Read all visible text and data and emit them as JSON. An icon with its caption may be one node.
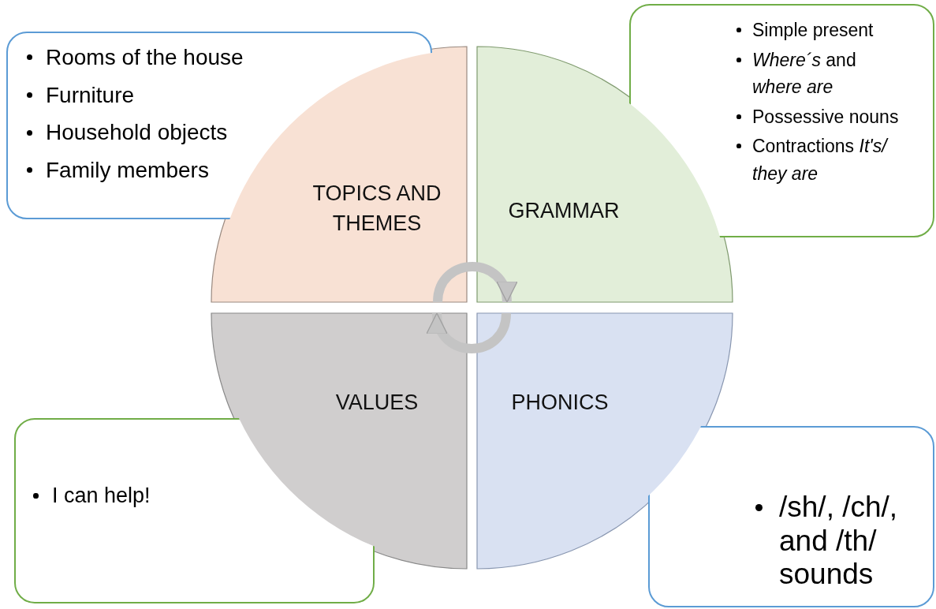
{
  "diagram": {
    "nodes": [
      {
        "text": [
          "Rooms of the house",
          "Furniture",
          "Household objects",
          "Family members"
        ]
      },
      {
        "text": [
          "Simple present",
          "*Where´s* and *where are*",
          "Possessive nouns",
          "Contractions *It's/ they are*"
        ]
      },
      {
        "text": [
          "TOPICS AND THEMES"
        ]
      },
      {
        "text": [
          "GRAMMAR"
        ]
      },
      {
        "text": [
          "VALUES"
        ]
      },
      {
        "text": [
          "PHONICS"
        ]
      },
      {
        "text": [
          "I can help!"
        ]
      },
      {
        "text": [
          "/sh/, /ch/, and /th/ sounds"
        ]
      }
    ],
    "edges": [
      {
        "from": 2,
        "to": 3,
        "arrow": "to"
      },
      {
        "from": 5,
        "to": 4,
        "arrow": "to"
      }
    ]
  }
}
